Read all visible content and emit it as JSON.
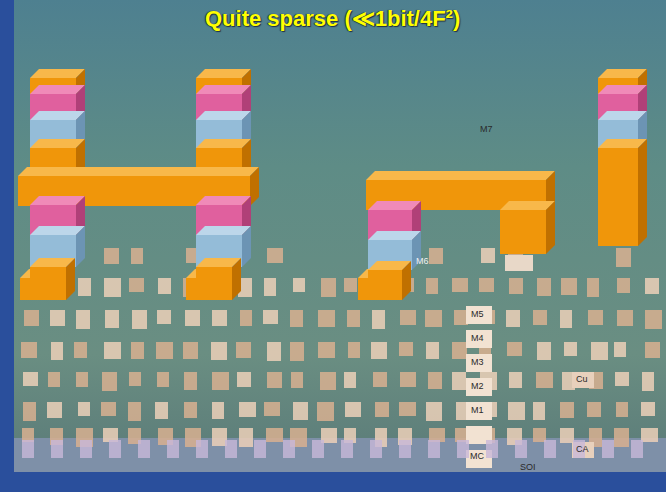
{
  "diagram": {
    "title": "Quite sparse (≪1bit/4F²)",
    "labels": [
      "M7",
      "M6",
      "M5",
      "M4",
      "M3",
      "M2",
      "M1",
      "MC",
      "Cu",
      "CA",
      "SOI"
    ]
  }
}
